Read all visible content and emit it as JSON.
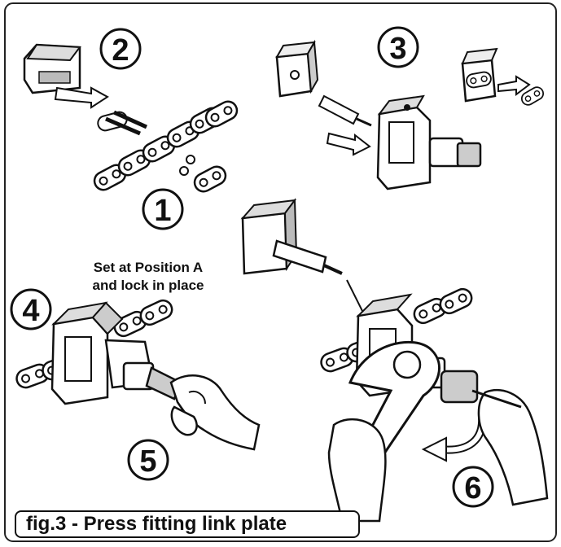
{
  "figure": {
    "caption": "fig.3 - Press fitting link plate",
    "callout_line1": "Set at Position A",
    "callout_line2": "and lock in place",
    "step_numbers": [
      "1",
      "2",
      "3",
      "4",
      "5",
      "6"
    ]
  },
  "colors": {
    "ink": "#111111",
    "frame": "#222222",
    "background": "#ffffff"
  },
  "icons": [
    "chain-icon",
    "link-plate-icon",
    "chain-breaker-tool-icon",
    "hand-icon",
    "wrench-icon",
    "rotation-arrow-icon"
  ]
}
